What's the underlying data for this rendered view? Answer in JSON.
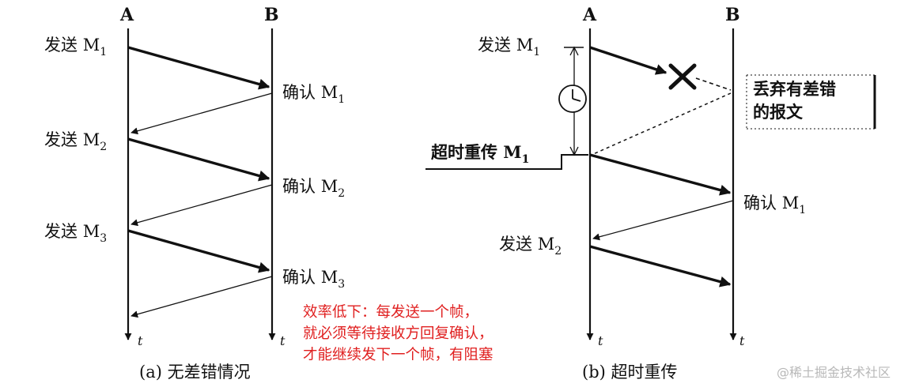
{
  "panel_a": {
    "node_a": "A",
    "node_b": "B",
    "time_label_a": "t",
    "time_label_b": "t",
    "send": "发送",
    "confirm": "确认",
    "msg": "M",
    "sub1": "1",
    "sub2": "2",
    "sub3": "3",
    "caption": "(a) 无差错情况"
  },
  "panel_b": {
    "node_a": "A",
    "node_b": "B",
    "time_label_a": "t",
    "time_label_b": "t",
    "send": "发送",
    "confirm": "确认",
    "msg": "M",
    "sub1": "1",
    "sub2": "2",
    "discard_line1": "丢弃有差错",
    "discard_line2": "的报文",
    "retransmit": "超时重传 M",
    "retransmit_sub": "1",
    "caption": "(b) 超时重传"
  },
  "note": {
    "line1": "效率低下：每发送一个帧，",
    "line2": "就必须等待接收方回复确认，",
    "line3": "才能继续发下一个帧，有阻塞"
  },
  "watermark": "@稀土掘金技术社区",
  "colors": {
    "note": "#e02020",
    "ink": "#111111",
    "watermark": "#b8b8b8"
  }
}
